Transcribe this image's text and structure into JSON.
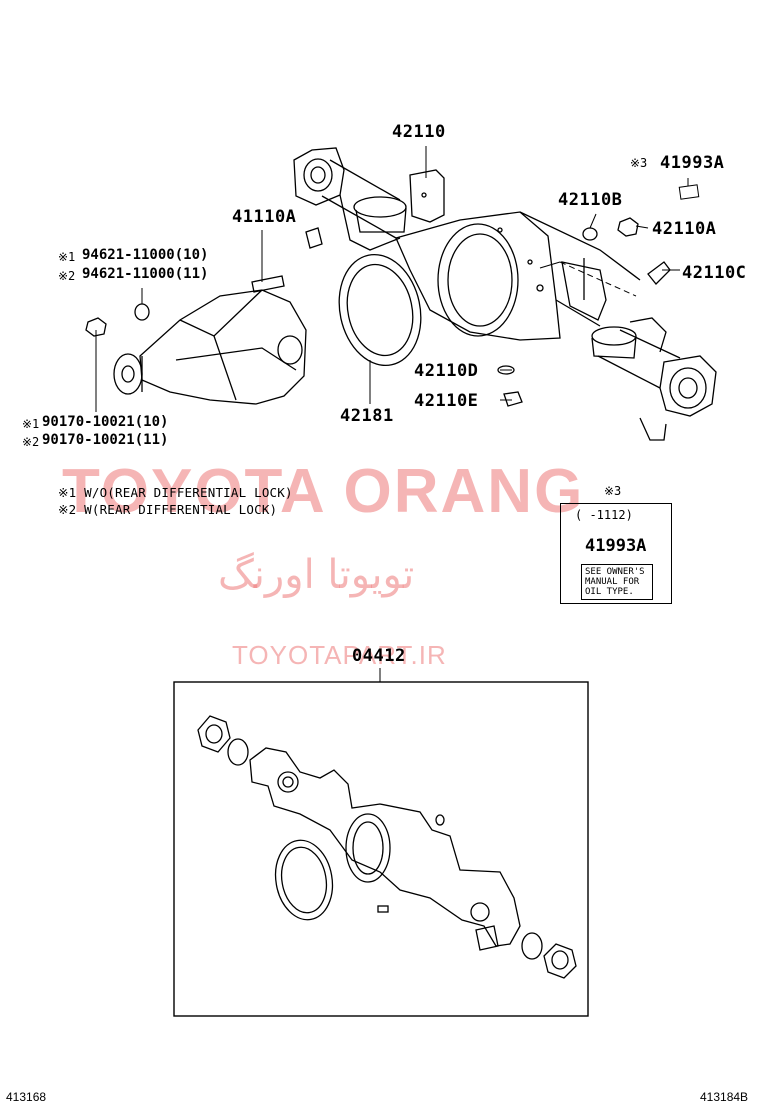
{
  "labels": {
    "p42110": "42110",
    "p41993A_top": "41993A",
    "mark3_top": "※3",
    "p42110B": "42110B",
    "p42110A": "42110A",
    "p41110A": "41110A",
    "p42110C": "42110C",
    "p94621_1": "94621-11000(10)",
    "mark1_a": "※1",
    "p94621_2": "94621-11000(11)",
    "mark2_a": "※2",
    "p42110D": "42110D",
    "p42110E": "42110E",
    "p42181": "42181",
    "p90170_1": "90170-10021(10)",
    "mark1_b": "※1",
    "p90170_2": "90170-10021(11)",
    "mark2_b": "※2",
    "p04412": "04412"
  },
  "notes": {
    "note1": "※1 W/O(REAR DIFFERENTIAL LOCK)",
    "note2": "※2 W(REAR DIFFERENTIAL LOCK)"
  },
  "label_box": {
    "mark": "※3",
    "range": "(   -1112)",
    "part": "41993A",
    "line1": "SEE OWNER'S",
    "line2": "MANUAL FOR",
    "line3": "OIL TYPE."
  },
  "watermark": {
    "latin": "TOYOTA ORANG",
    "persian": "تویوتا اورنگ",
    "site": "TOYOTAPART.IR"
  },
  "corners": {
    "left": "413168",
    "right": "413184B"
  }
}
